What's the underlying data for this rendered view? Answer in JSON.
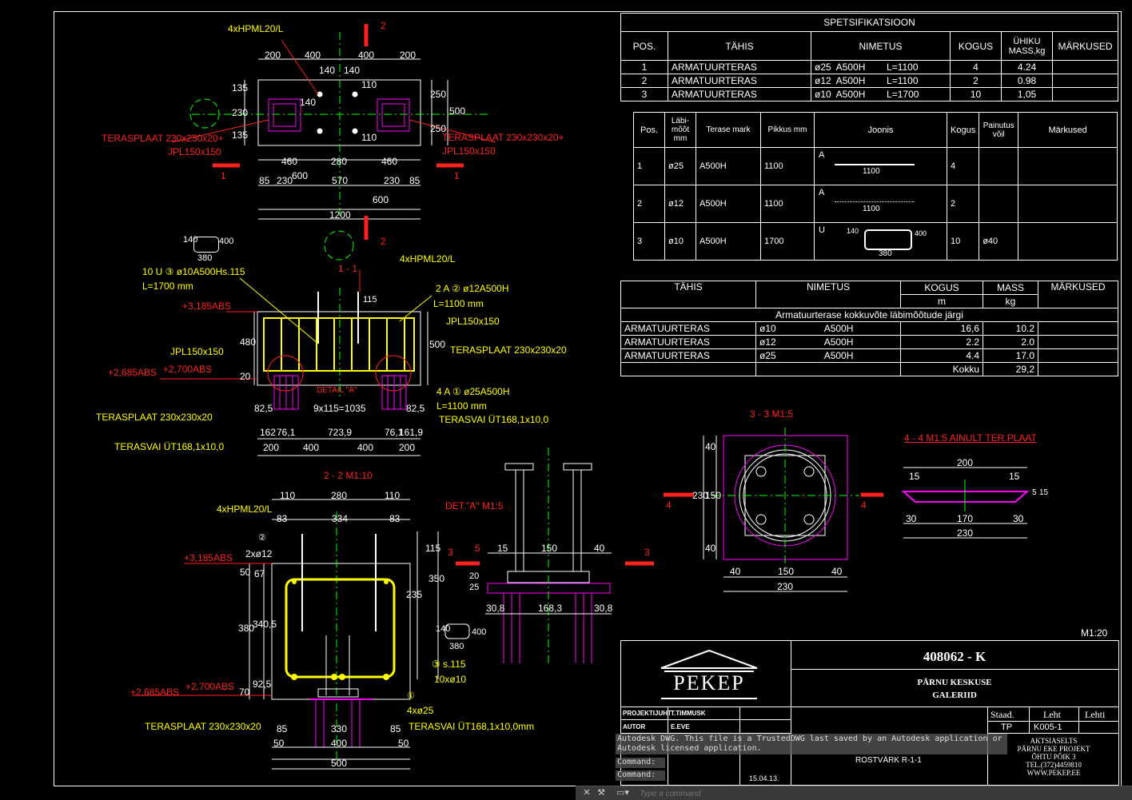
{
  "plan": {
    "dims_top": [
      "200",
      "400",
      "400",
      "200"
    ],
    "dims_inner": [
      "140",
      "140"
    ],
    "dims_left": [
      "135",
      "230",
      "135"
    ],
    "dims_inner_v": [
      "140",
      "110",
      "110"
    ],
    "dims_right": [
      "250",
      "500",
      "250"
    ],
    "dims_bottom1": [
      "460",
      "280",
      "460"
    ],
    "dims_bottom2": [
      "85",
      "230",
      "600",
      "570",
      "230",
      "85"
    ],
    "dim_600": "600",
    "dim_1200": "1200",
    "anchors": "4xHPML20/L",
    "plate_left_1": "TERASPLAAT 230x230x20+",
    "plate_left_2": "JPL150x150",
    "plate_right_1": "TERASPLAAT 230x230x20+",
    "plate_right_2": "JPL150x150",
    "sec_mark": "2",
    "sec_mark1": "1"
  },
  "section11": {
    "title": "1 - 1",
    "anchors": "4xHPML20/L",
    "rebar3": "10 U ③ ø10A500Hs.115",
    "rebar3_len": "L=1700 mm",
    "rebar2": "2 A ② ø12A500H",
    "rebar2_len": "L=1100 mm",
    "rebar1": "4 A ① ø25A500H",
    "rebar1_len": "L=1100 mm",
    "lvl_top": "+3,185ABS",
    "lvl_b1": "+2,685ABS",
    "lvl_b2": "+2,700ABS",
    "jpl_l": "JPL150x150",
    "jpl_r": "JPL150x150",
    "plate_r": "TERASPLAAT 230x230x20",
    "plate_l": "TERASPLAAT 230x230x20",
    "pile_r": "TERASVAI ÜT168,1x10,0",
    "pile_l": "TERASVAI ÜT168,1x10,0",
    "detail": "DETAIL \"A\"",
    "dim_480": "480",
    "dim_20": "20",
    "dim_500": "500",
    "dim_115": "115",
    "dim_825a": "82,5",
    "dim_825b": "82,5",
    "dim_spacing": "9x115=1035",
    "dims_b1": [
      "162",
      "76,1",
      "723,9",
      "76,1",
      "161,9"
    ],
    "dims_b2": [
      "200",
      "400",
      "400",
      "200"
    ],
    "stirrup_dims": [
      "140",
      "400",
      "380"
    ]
  },
  "section22": {
    "title": "2 - 2 M1:10",
    "anchors": "4xHPML20/L",
    "lvl_top": "+3,185ABS",
    "lvl_b1": "+2,685ABS",
    "lvl_b2": "+2,700ABS",
    "bar2": "2xø12",
    "bar3": "③ s.115",
    "bar3b": "10xø10",
    "bar1": "4xø25",
    "plate": "TERASPLAAT 230x230x20",
    "pile": "TERASVAI ÜT168,1x10,0mm",
    "dims_top": [
      "110",
      "280",
      "110"
    ],
    "dims_top2": [
      "83",
      "334",
      "83"
    ],
    "dims_left": [
      "50",
      "67",
      "380",
      "340,5",
      "92,5",
      "70"
    ],
    "dims_right": [
      "115",
      "350",
      "235"
    ],
    "dims_bot1": [
      "85",
      "330",
      "85"
    ],
    "dims_bot2": [
      "50",
      "400",
      "50"
    ],
    "dim_500": "500",
    "stirrup_dims": [
      "140",
      "400",
      "380"
    ]
  },
  "detailA": {
    "title": "DET.\"A\" M1:5",
    "dims": [
      "15",
      "150",
      "40"
    ],
    "dims_v": [
      "20",
      "25"
    ],
    "dims_b": [
      "30,8",
      "168,3",
      "30,8"
    ],
    "label5": "5",
    "label3": "3"
  },
  "section33": {
    "title": "3 - 3 M1:5",
    "dims_v": [
      "40",
      "150",
      "40"
    ],
    "dim_230v": "230",
    "dims_h": [
      "40",
      "150",
      "40"
    ],
    "dim_230h": "230",
    "mark": "4"
  },
  "section44": {
    "title": "4 - 4 M1:5 AINULT TER.PLAAT",
    "dim_200": "200",
    "dims_15": [
      "15",
      "15"
    ],
    "dims": [
      "30",
      "170",
      "30"
    ],
    "dim_230": "230",
    "dims_v": [
      "5",
      "15"
    ]
  },
  "spec_table": {
    "title": "SPETSIFIKATSIOON",
    "headers": [
      "POS.",
      "TÄHIS",
      "NIMETUS",
      "KOGUS",
      "ÜHIKU MASS,kg",
      "MÄRKUSED"
    ],
    "rows": [
      [
        "1",
        "ARMATUURTERAS",
        "ø25  A500H        L=1100",
        "4",
        "4.24",
        ""
      ],
      [
        "2",
        "ARMATUURTERAS",
        "ø12  A500H        L=1100",
        "2",
        "0.98",
        ""
      ],
      [
        "3",
        "ARMATUURTERAS",
        "ø10  A500H        L=1700",
        "10",
        "1,05",
        ""
      ]
    ]
  },
  "bend_table": {
    "headers": [
      "Pos.",
      "Läbi-mõõt mm",
      "Terase mark",
      "Pikkus mm",
      "Joonis",
      "Kogus",
      "Painutus võil",
      "Märkused"
    ],
    "rows": [
      [
        "1",
        "ø25",
        "A500H",
        "1100",
        "A",
        "1100",
        "4",
        "",
        ""
      ],
      [
        "2",
        "ø12",
        "A500H",
        "1100",
        "A",
        "1100",
        "2",
        "",
        ""
      ],
      [
        "3",
        "ø10",
        "A500H",
        "1700",
        "U",
        "380",
        "10",
        "ø40",
        ""
      ]
    ],
    "u_dims": [
      "140",
      "400"
    ]
  },
  "summary_table": {
    "headers": [
      "TÄHIS",
      "NIMETUS",
      "KOGUS",
      "MASS",
      "MÄRKUSED"
    ],
    "units": [
      "m",
      "kg"
    ],
    "subtitle": "Armatuurterase kokkuvõte läbimõõtude järgi",
    "rows": [
      [
        "ARMATUURTERAS",
        "ø10",
        "A500H",
        "16,6",
        "10.2",
        ""
      ],
      [
        "ARMATUURTERAS",
        "ø12",
        "A500H",
        "2.2",
        "2.0",
        ""
      ],
      [
        "ARMATUURTERAS",
        "ø25",
        "A500H",
        "4.4",
        "17.0",
        ""
      ]
    ],
    "total_label": "Kokku",
    "total": "29,2"
  },
  "scale": "M1:20",
  "title_block": {
    "code": "408062 - K",
    "project_1": "PÄRNU KESKUSE",
    "project_2": "GALERIID",
    "logo": "PEKEP",
    "role1": "PROJEKTIJUHT",
    "name1": "T.TIMMUSK",
    "role2": "AUTOR",
    "name2": "E.EVE",
    "stage_h": "Staad.",
    "sheet_h": "Leht",
    "sheets_h": "Lehti",
    "stage": "TP",
    "sheet": "K005-1",
    "drawing": "ROSTVÄRK R-1-1",
    "date": "15.04.13.",
    "company": [
      "AKTSIASELTS",
      "PÄRNU EKE PROJEKT",
      "ÕHTU PÕIK 3",
      "TEL.(372)4459810",
      "WWW.PEKEP.EE"
    ]
  },
  "cmd": {
    "msg1": "Autodesk DWG.  This file is a TrustedDWG last saved by an Autodesk application or",
    "msg2": "Autodesk licensed application.",
    "line1": "Command:",
    "line2": "Command:",
    "placeholder": "Type a command"
  }
}
